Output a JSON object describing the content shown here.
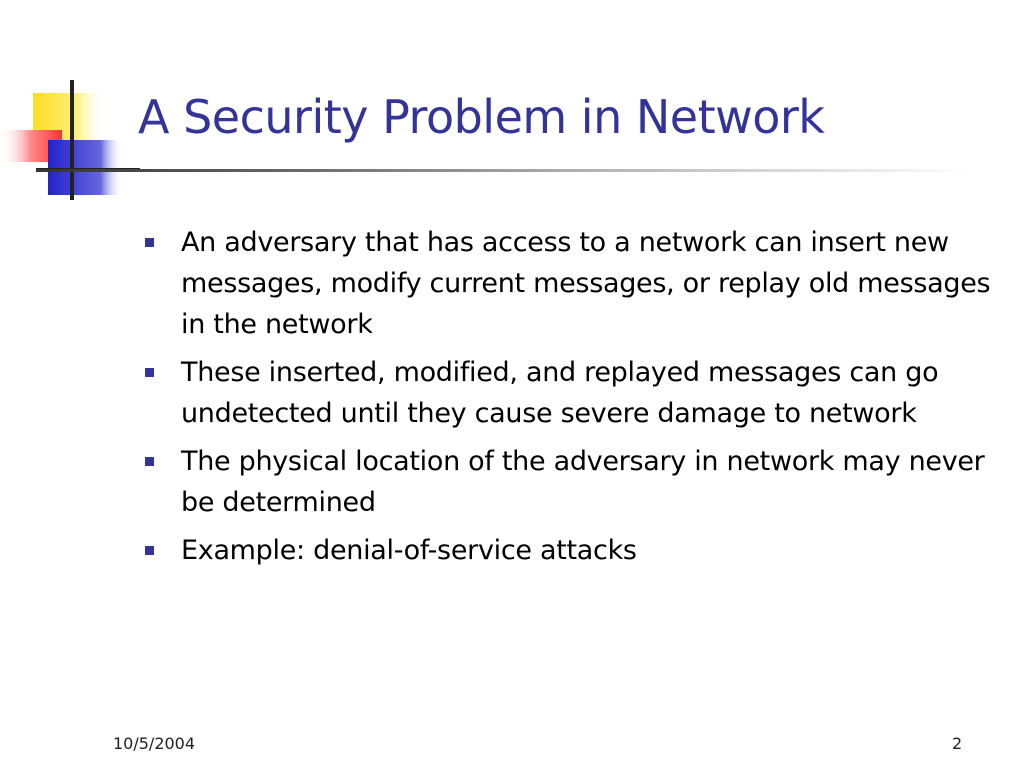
{
  "slide": {
    "title": "A Security Problem in Network",
    "bullets": [
      "An adversary that has access to a network can insert new messages, modify current messages, or replay old messages in the network",
      "These inserted, modified, and replayed messages can go undetected until they cause severe damage to network",
      "The physical location of the adversary in network may never be determined",
      "Example: denial-of-service attacks"
    ],
    "footer": {
      "date": "10/5/2004",
      "page_number": "2"
    }
  },
  "colors": {
    "title": "#333399",
    "bullet_marker": "#333399",
    "logo_yellow": "#ffdd22",
    "logo_red": "#ff4444",
    "logo_blue": "#3333cc"
  }
}
